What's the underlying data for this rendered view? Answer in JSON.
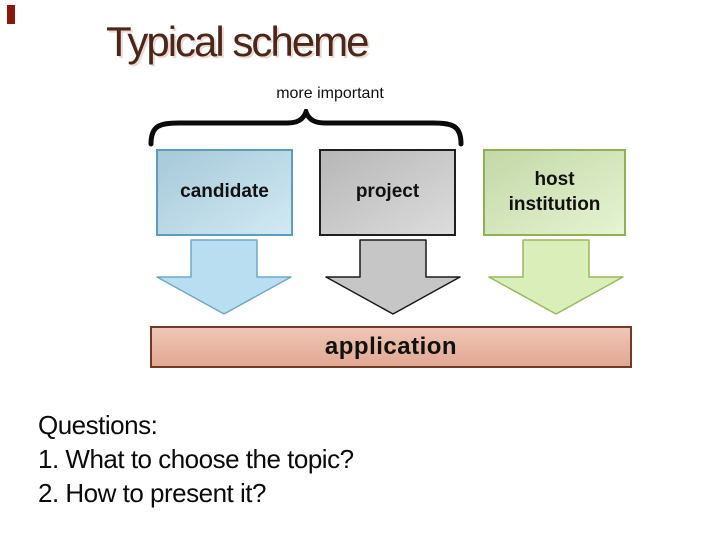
{
  "slide": {
    "accent_mark_color": "#8a170d",
    "title": {
      "text": "Typical scheme",
      "color": "#4a271b"
    },
    "brace": {
      "label": "more important",
      "color": "#111111"
    },
    "factor_boxes": [
      {
        "label": "candidate",
        "fill": "#b5dcee",
        "border": "#5d9cbb"
      },
      {
        "label": "project",
        "fill": "#c7c7c7",
        "border": "#1f1f1f"
      },
      {
        "label": "host institution",
        "fill": "#d6edb6",
        "border": "#8fb055"
      }
    ],
    "arrows": [
      {
        "name": "candidate-down-arrow",
        "fill": "#badef1",
        "border": "#6fa8c6"
      },
      {
        "name": "project-down-arrow",
        "fill": "#c6c6c6",
        "border": "#1a1a1a"
      },
      {
        "name": "host-institution-down-arrow",
        "fill": "#d9eeb9",
        "border": "#97b95e"
      }
    ],
    "result_box": {
      "label": "application",
      "fill": "#e9b09a",
      "border": "#6e3b24"
    },
    "questions": {
      "heading": "Questions:",
      "items": [
        "1. What to choose the topic?",
        "2. How to present it?"
      ]
    }
  }
}
